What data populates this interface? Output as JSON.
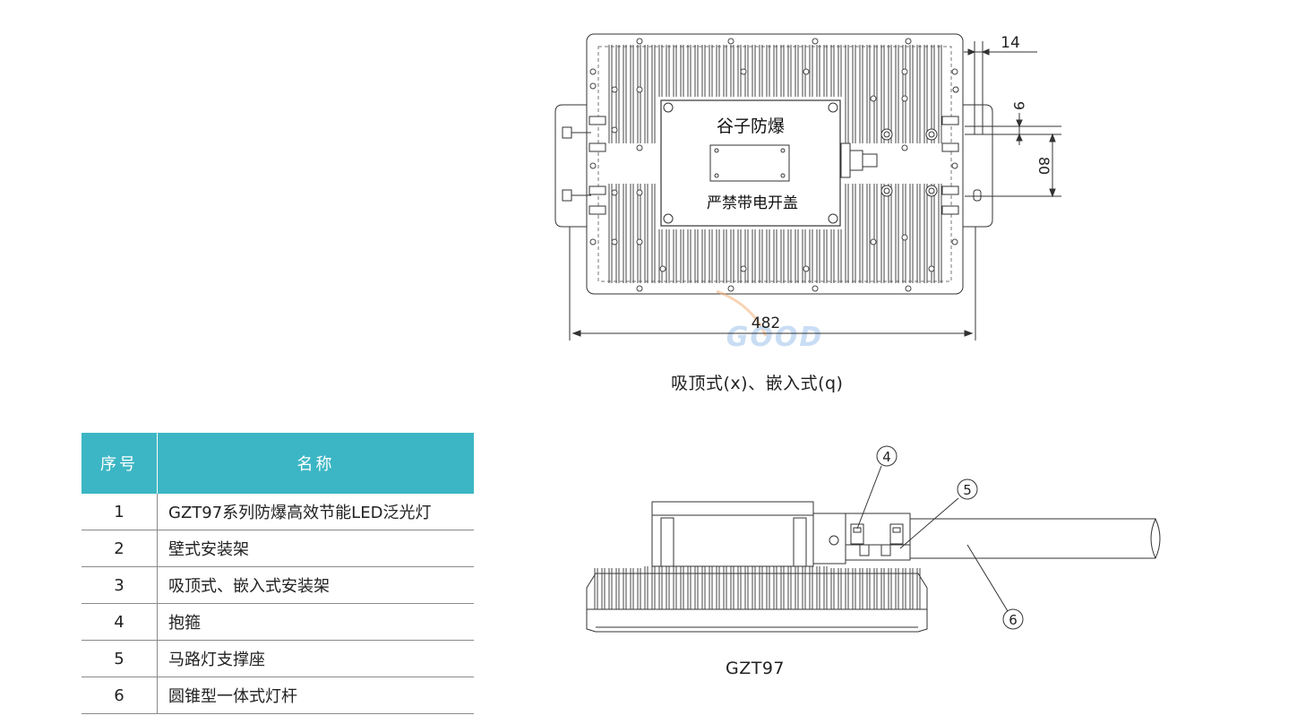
{
  "top_view": {
    "plate_title": "谷子防爆",
    "plate_warning": "严禁带电开盖",
    "dimension_width": "482",
    "dimension_14": "14",
    "dimension_9": "9",
    "dimension_80": "80",
    "caption": "吸顶式(x)、嵌入式(q)"
  },
  "side_view": {
    "callouts": [
      "4",
      "5",
      "6"
    ],
    "caption": "GZT97"
  },
  "parts_table": {
    "header_no": "序号",
    "header_name": "名称",
    "rows": [
      {
        "no": "1",
        "name": "GZT97系列防爆高效节能LED泛光灯"
      },
      {
        "no": "2",
        "name": "壁式安装架"
      },
      {
        "no": "3",
        "name": "吸顶式、嵌入式安装架"
      },
      {
        "no": "4",
        "name": "抱箍"
      },
      {
        "no": "5",
        "name": "马路灯支撑座"
      },
      {
        "no": "6",
        "name": "圆锥型一体式灯杆"
      }
    ]
  },
  "colors": {
    "table_header": "#3cb6c4",
    "watermark": "#9dc3ec"
  }
}
